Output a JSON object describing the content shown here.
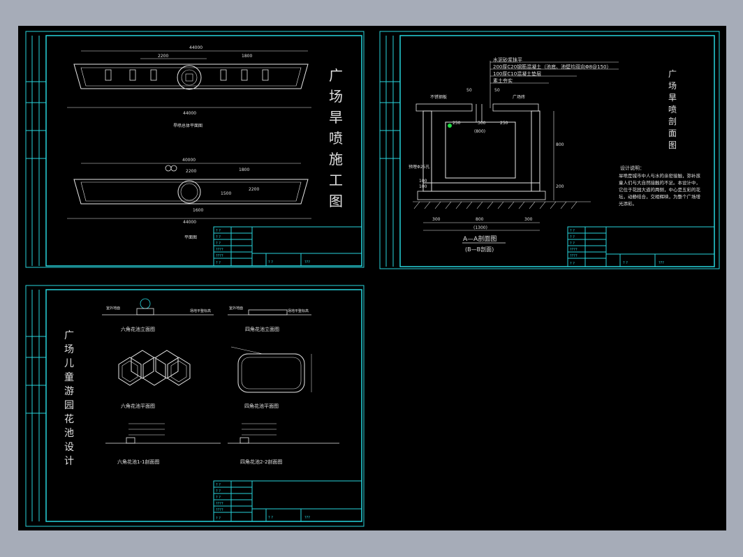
{
  "sheet1": {
    "title_chars": [
      "广",
      "场",
      "旱",
      "喷",
      "施",
      "工",
      "图"
    ],
    "dims": {
      "top_total": "44000",
      "top_a": "2200",
      "top_b": "1800",
      "mid_total": "40000",
      "mid_a": "2200",
      "mid_b": "1800",
      "mid_c": "1500",
      "mid_d": "2200",
      "mid_e": "1600",
      "bottom_total": "44000"
    },
    "caption_plan_layout": "旱喷总体平面图",
    "caption_plan": "平面图",
    "block": {
      "r1": "? ?",
      "r2": "? ?",
      "r3": "? ?",
      "r4": "????",
      "r5": "????",
      "r6": "? ?",
      "c1": "? ?",
      "c2": "???"
    }
  },
  "sheet2": {
    "title_chars": [
      "广",
      "场",
      "旱",
      "喷",
      "剖",
      "面",
      "图"
    ],
    "notes_top": [
      "水泥砂浆抹平",
      "200厚C20钢筋混凝土（池底、池壁均双向Φ8@150）",
      "100厚C10混凝土垫层",
      "素土夯实"
    ],
    "labels": {
      "steel_grate": "不锈钢板",
      "plaza_brick": "广场砖",
      "pipe": "预埋Φ25孔"
    },
    "dims": {
      "d50a": "50",
      "d50b": "50",
      "d250a": "250",
      "d300": "300",
      "d250b": "250",
      "d800": "(800)",
      "h800": "800",
      "h200": "200",
      "h100a": "100",
      "h100b": "100",
      "b300a": "300",
      "b800": "800",
      "b300b": "300",
      "b1300": "(1300)"
    },
    "section_title": "A—A剖面图",
    "section_subtitle": "(B—B剖面)",
    "design_note_title": "设计说明：",
    "design_note": "旱喷是城市中人与水的亲密接触，弥补孩童人们与大自然接触的不足。本设计中，它位于花园大道的两侧，中心是五彩的花坛，动静结合，交相辉映，为整个广场增光添彩。",
    "block": {
      "r1": "? ?",
      "r2": "? ?",
      "r3": "? ?",
      "r4": "????",
      "r5": "????",
      "r6": "? ?",
      "c1": "? ?",
      "c2": "???"
    }
  },
  "sheet3": {
    "title_chars": [
      "广",
      "场",
      "儿",
      "童",
      "游",
      "园",
      "花",
      "池",
      "设",
      "计"
    ],
    "captions": {
      "hex_elev": "六角花池立面图",
      "rect_elev": "四角花池立面图",
      "hex_plan": "六角花池平面图",
      "rect_plan": "四角花池平面图",
      "hex_sec": "六角花池1-1剖面图",
      "rect_sec": "四角花池2-2剖面图"
    },
    "labels": {
      "ground_l": "室外地面",
      "ground_r": "室外地面",
      "grade_l": "场地平整标高",
      "grade_r": "场地平整标高"
    },
    "block": {
      "r1": "? ?",
      "r2": "? ?",
      "r3": "? ?",
      "r4": "????",
      "r5": "????",
      "r6": "? ?",
      "c1": "? ?",
      "c2": "???"
    }
  }
}
